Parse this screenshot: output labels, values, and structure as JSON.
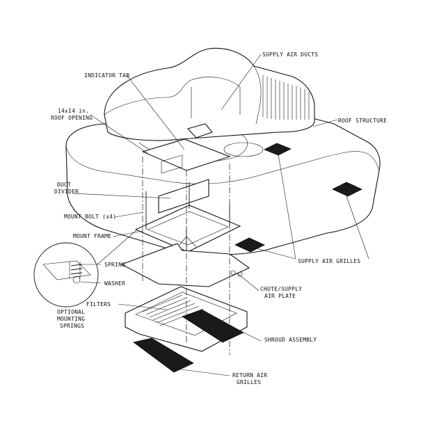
{
  "diagram": {
    "labels": {
      "supply_air_ducts": "SUPPLY AIR DUCTS",
      "indicator_tab": "INDICATOR TAB",
      "roof_opening_line1": "14x14 in.",
      "roof_opening_line2": "ROOF OPENING",
      "roof_structure": "ROOF STRUCTURE",
      "duct_divider_line1": "DUCT",
      "duct_divider_line2": "DIVIDER",
      "mount_bolt": "MOUNT BOLT (x4)",
      "mount_frame": "MOUNT FRAME",
      "spring": "SPRING",
      "washer": "WASHER",
      "supply_air_grilles": "SUPPLY AIR GRILLES",
      "chute_line1": "CHUTE/SUPPLY",
      "chute_line2": "AIR PLATE",
      "filters": "FILTERS",
      "optional_line1": "OPTIONAL",
      "optional_line2": "MOUNTING",
      "optional_line3": "SPRINGS",
      "shroud_assembly": "SHROUD ASSEMBLY",
      "return_air_line1": "RETURN AIR",
      "return_air_line2": "GRILLES"
    },
    "colors": {
      "line": "#111111",
      "background": "#ffffff",
      "fill_dark": "#1a1a1a"
    }
  }
}
